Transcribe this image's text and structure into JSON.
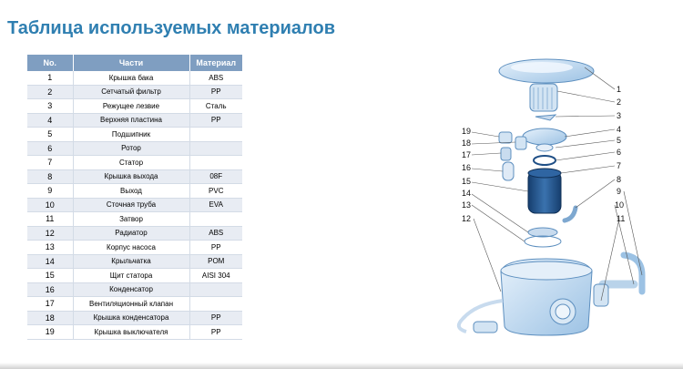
{
  "title": "Таблица используемых материалов",
  "table": {
    "headers": [
      "No.",
      "Части",
      "Материал"
    ],
    "rows": [
      {
        "no": "1",
        "part": "Крышка бака",
        "material": "ABS"
      },
      {
        "no": "2",
        "part": "Сетчатый фильтр",
        "material": "PP"
      },
      {
        "no": "3",
        "part": "Режущее лезвие",
        "material": "Сталь"
      },
      {
        "no": "4",
        "part": "Верхняя пластина",
        "material": "PP"
      },
      {
        "no": "5",
        "part": "Подшипник",
        "material": ""
      },
      {
        "no": "6",
        "part": "Ротор",
        "material": ""
      },
      {
        "no": "7",
        "part": "Статор",
        "material": ""
      },
      {
        "no": "8",
        "part": "Крышка выхода",
        "material": "08F"
      },
      {
        "no": "9",
        "part": "Выход",
        "material": "PVC"
      },
      {
        "no": "10",
        "part": "Сточная труба",
        "material": "EVA"
      },
      {
        "no": "11",
        "part": "Затвор",
        "material": ""
      },
      {
        "no": "12",
        "part": "Радиатор",
        "material": "ABS"
      },
      {
        "no": "13",
        "part": "Корпус насоса",
        "material": "PP"
      },
      {
        "no": "14",
        "part": "Крыльчатка",
        "material": "POM"
      },
      {
        "no": "15",
        "part": "Щит статора",
        "material": "AISI 304"
      },
      {
        "no": "16",
        "part": "Конденсатор",
        "material": ""
      },
      {
        "no": "17",
        "part": "Вентиляционный клапан",
        "material": ""
      },
      {
        "no": "18",
        "part": "Крышка конденсатора",
        "material": "PP"
      },
      {
        "no": "19",
        "part": "Крышка выключателя",
        "material": "PP"
      }
    ]
  },
  "diagram": {
    "callouts": [
      "1",
      "2",
      "3",
      "4",
      "5",
      "6",
      "7",
      "8",
      "9",
      "10",
      "11",
      "12",
      "13",
      "14",
      "15",
      "16",
      "17",
      "18",
      "19"
    ]
  },
  "colors": {
    "title": "#2f7fb1",
    "header_bg": "#7f9ec1",
    "row_alt": "#e8ecf3",
    "part_fill": "#b9d3ea",
    "part_stroke": "#5d8fbf",
    "motor_dark": "#1f4f86"
  }
}
